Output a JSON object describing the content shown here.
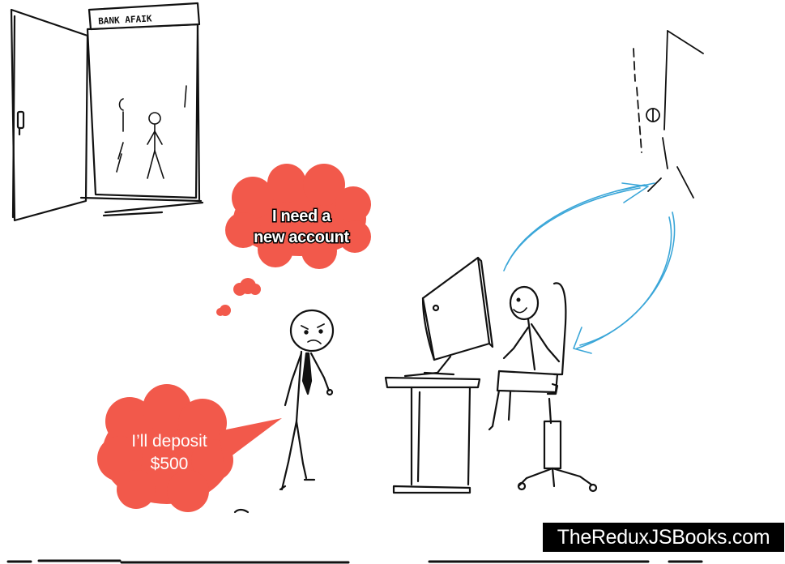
{
  "bank_sign": "BANK AFAIK",
  "thought_bubble": {
    "line1": "I need a",
    "line2": "new account"
  },
  "speech_bubble": {
    "line1": "I’ll deposit",
    "line2": "$500"
  },
  "watermark": "TheReduxJSBooks.com",
  "colors": {
    "bubble": "#f2594b",
    "arrow": "#3aa6d8",
    "ink": "#111111"
  }
}
